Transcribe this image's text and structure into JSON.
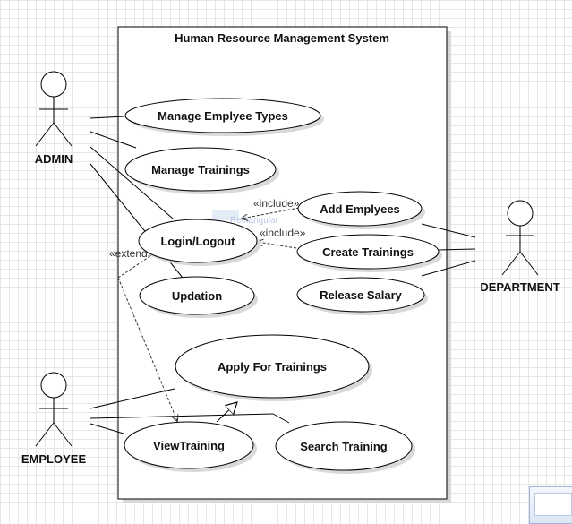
{
  "system": {
    "title": "Human Resource Management System"
  },
  "actors": {
    "admin": "ADMIN",
    "department": "DEPARTMENT",
    "employee": "EMPLOYEE"
  },
  "use_cases": {
    "manage_employee_types": "Manage Emplyee Types",
    "manage_trainings": "Manage Trainings",
    "add_employees": "Add Emplyees",
    "login_logout": "Login/Logout",
    "create_trainings": "Create Trainings",
    "updation": "Updation",
    "release_salary": "Release Salary",
    "apply_for_trainings": "Apply For Trainings",
    "view_training": "ViewTraining",
    "search_training": "Search Training"
  },
  "relations": {
    "include_1": "«include»",
    "include_2": "«include»",
    "extend": "«extend»"
  },
  "ghost": {
    "label": "Rectangular"
  },
  "colors": {
    "line": "#000000",
    "shadow": "#d9d9d9",
    "dashed": "#333333"
  }
}
